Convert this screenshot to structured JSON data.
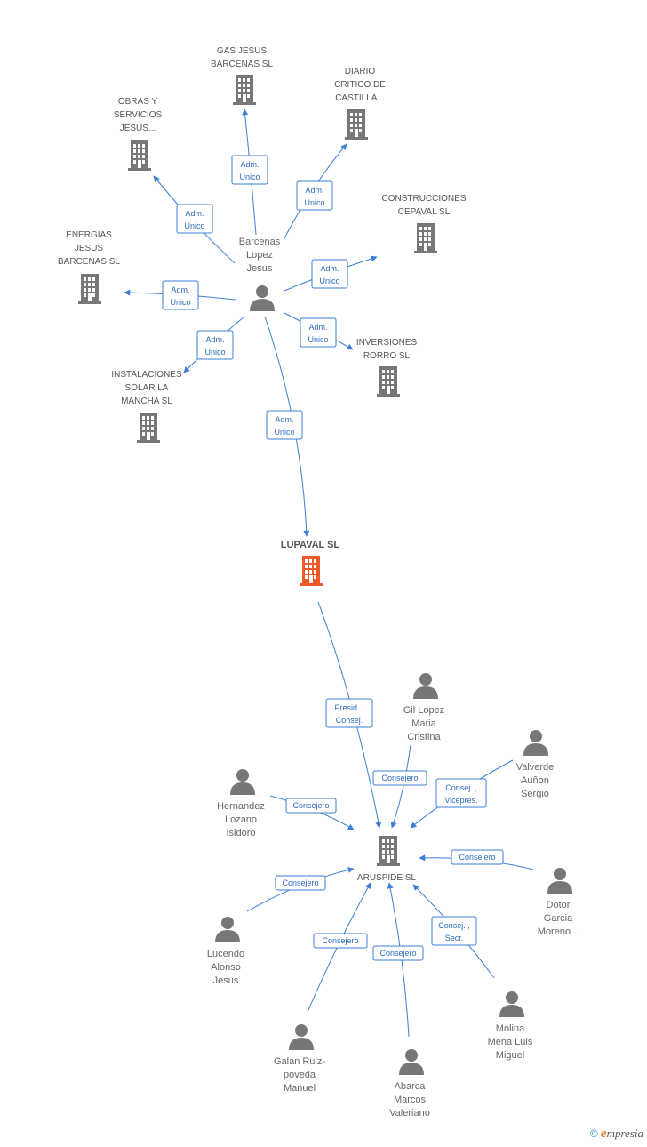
{
  "nodes": [
    {
      "id": "gas",
      "type": "company",
      "label": [
        "GAS JESUS",
        "BARCENAS SL"
      ]
    },
    {
      "id": "diario",
      "type": "company",
      "label": [
        "DIARIO",
        "CRITICO DE",
        "CASTILLA..."
      ]
    },
    {
      "id": "obras",
      "type": "company",
      "label": [
        "OBRAS Y",
        "SERVICIOS",
        "JESUS..."
      ]
    },
    {
      "id": "construcciones",
      "type": "company",
      "label": [
        "CONSTRUCCIONES",
        "CEPAVAL SL"
      ]
    },
    {
      "id": "energias",
      "type": "company",
      "label": [
        "ENERGIAS",
        "JESUS",
        "BARCENAS SL"
      ]
    },
    {
      "id": "inversiones",
      "type": "company",
      "label": [
        "INVERSIONES",
        "RORRO SL"
      ]
    },
    {
      "id": "instalaciones",
      "type": "company",
      "label": [
        "INSTALACIONES",
        "SOLAR LA",
        "MANCHA SL"
      ]
    },
    {
      "id": "barcenas",
      "type": "person",
      "label": [
        "Barcenas",
        "Lopez",
        "Jesus"
      ]
    },
    {
      "id": "lupaval",
      "type": "focus",
      "label": [
        "LUPAVAL SL"
      ]
    },
    {
      "id": "aruspide",
      "type": "company",
      "label": [
        "ARUSPIDE SL"
      ]
    },
    {
      "id": "gil",
      "type": "person",
      "label": [
        "Gil Lopez",
        "Maria",
        "Cristina"
      ]
    },
    {
      "id": "valverde",
      "type": "person",
      "label": [
        "Valverde",
        "Auñon",
        "Sergio"
      ]
    },
    {
      "id": "hernandez",
      "type": "person",
      "label": [
        "Hernandez",
        "Lozano",
        "Isidoro"
      ]
    },
    {
      "id": "dotor",
      "type": "person",
      "label": [
        "Dotor",
        "Garcia",
        "Moreno..."
      ]
    },
    {
      "id": "lucendo",
      "type": "person",
      "label": [
        "Lucendo",
        "Alonso",
        "Jesus"
      ]
    },
    {
      "id": "molina",
      "type": "person",
      "label": [
        "Molina",
        "Mena Luis",
        "Miguel"
      ]
    },
    {
      "id": "galan",
      "type": "person",
      "label": [
        "Galan Ruiz-",
        "poveda",
        "Manuel"
      ]
    },
    {
      "id": "abarca",
      "type": "person",
      "label": [
        "Abarca",
        "Marcos",
        "Valeriano"
      ]
    }
  ],
  "edges": [
    {
      "from": "barcenas",
      "to": "gas",
      "label": [
        "Adm.",
        "Unico"
      ]
    },
    {
      "from": "barcenas",
      "to": "diario",
      "label": [
        "Adm.",
        "Unico"
      ]
    },
    {
      "from": "barcenas",
      "to": "obras",
      "label": [
        "Adm.",
        "Unico"
      ]
    },
    {
      "from": "barcenas",
      "to": "construcciones",
      "label": [
        "Adm.",
        "Unico"
      ]
    },
    {
      "from": "barcenas",
      "to": "energias",
      "label": [
        "Adm.",
        "Unico"
      ]
    },
    {
      "from": "barcenas",
      "to": "inversiones",
      "label": [
        "Adm.",
        "Unico"
      ]
    },
    {
      "from": "barcenas",
      "to": "instalaciones",
      "label": [
        "Adm.",
        "Unico"
      ]
    },
    {
      "from": "barcenas",
      "to": "lupaval",
      "label": [
        "Adm.",
        "Unico"
      ]
    },
    {
      "from": "lupaval",
      "to": "aruspide",
      "label": [
        "Presid. ,",
        "Consej."
      ]
    },
    {
      "from": "gil",
      "to": "aruspide",
      "label": [
        "Consejero"
      ]
    },
    {
      "from": "valverde",
      "to": "aruspide",
      "label": [
        "Consej. ,",
        "Vicepres."
      ]
    },
    {
      "from": "hernandez",
      "to": "aruspide",
      "label": [
        "Consejero"
      ]
    },
    {
      "from": "dotor",
      "to": "aruspide",
      "label": [
        "Consejero"
      ]
    },
    {
      "from": "lucendo",
      "to": "aruspide",
      "label": [
        "Consejero"
      ]
    },
    {
      "from": "molina",
      "to": "aruspide",
      "label": [
        "Consej. ,",
        "Secr."
      ]
    },
    {
      "from": "galan",
      "to": "aruspide",
      "label": [
        "Consejero"
      ]
    },
    {
      "from": "abarca",
      "to": "aruspide",
      "label": [
        "Consejero"
      ]
    }
  ],
  "colors": {
    "edge": "#3a7fd5",
    "icon": "#777777",
    "focus": "#f05a28"
  },
  "footer": {
    "copyright": "©",
    "brand_initial": "e",
    "brand_rest": "mpresia"
  }
}
